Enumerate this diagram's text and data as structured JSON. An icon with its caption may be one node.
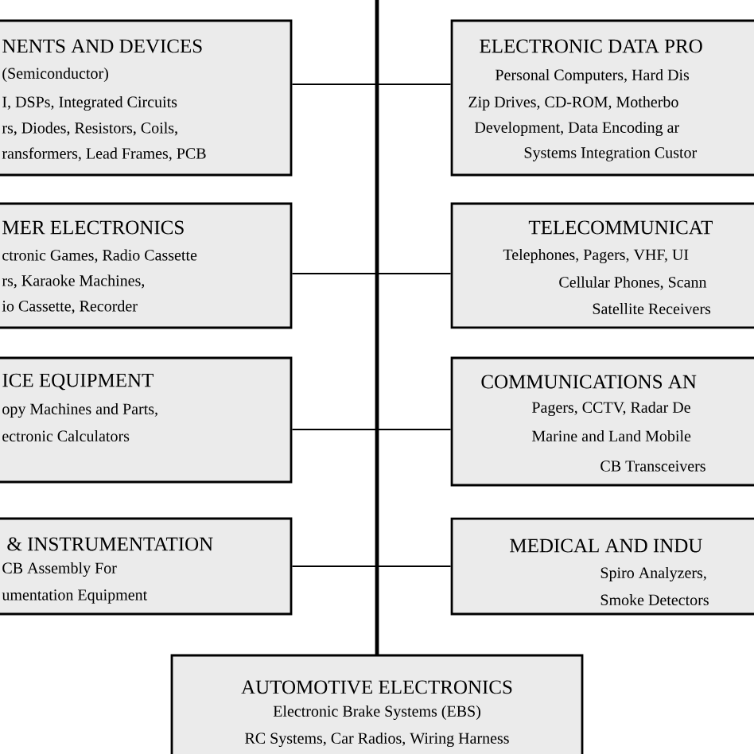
{
  "diagram": {
    "nodes": [
      {
        "text": [
          "NENTS AND DEVICES",
          "(Semiconductor)",
          "I, DSPs, Integrated Circuits",
          "rs, Diodes, Resistors, Coils,",
          "ransformers, Lead Frames, PCB"
        ]
      },
      {
        "text": [
          "MER ELECTRONICS",
          "ctronic Games, Radio Cassette",
          "rs, Karaoke Machines,",
          "io Cassette, Recorder"
        ]
      },
      {
        "text": [
          "ICE EQUIPMENT",
          "opy Machines and Parts,",
          "ectronic Calculators"
        ]
      },
      {
        "text": [
          "& INSTRUMENTATION",
          "CB Assembly For",
          "umentation Equipment"
        ]
      },
      {
        "text": [
          "ELECTRONIC DATA PRO",
          "Personal Computers, Hard Dis",
          "Zip Drives, CD-ROM, Motherbo",
          "Development, Data Encoding ar",
          "Systems Integration Custor"
        ]
      },
      {
        "text": [
          "TELECOMMUNICAT",
          "Telephones, Pagers, VHF, UI",
          "Cellular Phones, Scann",
          "Satellite Receivers"
        ]
      },
      {
        "text": [
          "COMMUNICATIONS AN",
          "Pagers, CCTV, Radar De",
          "Marine and Land Mobile",
          "CB Transceivers"
        ]
      },
      {
        "text": [
          "MEDICAL AND INDU",
          "Spiro Analyzers,",
          "Smoke Detectors"
        ]
      },
      {
        "text": [
          "AUTOMOTIVE ELECTRONICS",
          "Electronic Brake Systems (EBS)",
          "RC Systems, Car Radios, Wiring Harness"
        ]
      }
    ],
    "edges": [
      {
        "from": 0,
        "to": null,
        "arrow": "none"
      },
      {
        "from": 1,
        "to": null,
        "arrow": "none"
      },
      {
        "from": 2,
        "to": null,
        "arrow": "none"
      },
      {
        "from": 3,
        "to": null,
        "arrow": "none"
      },
      {
        "from": 4,
        "to": null,
        "arrow": "none"
      },
      {
        "from": 5,
        "to": null,
        "arrow": "none"
      },
      {
        "from": 6,
        "to": null,
        "arrow": "none"
      },
      {
        "from": 7,
        "to": null,
        "arrow": "none"
      },
      {
        "from": 8,
        "to": null,
        "arrow": "none"
      }
    ]
  }
}
